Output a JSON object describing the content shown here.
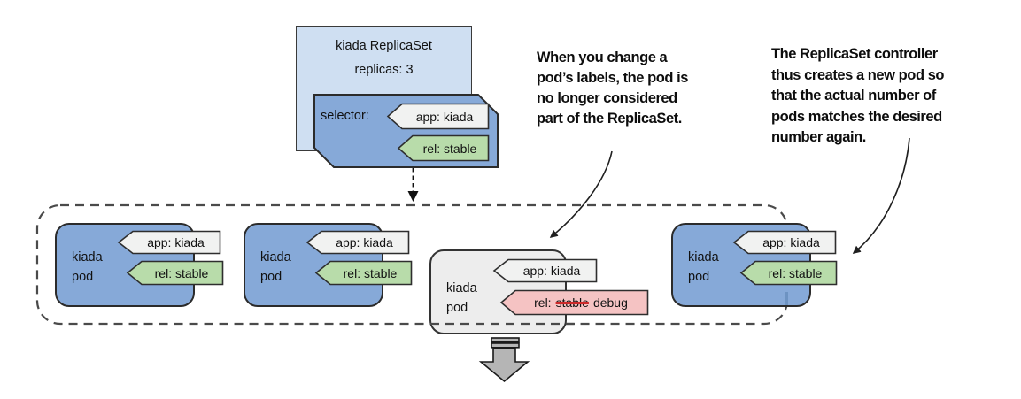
{
  "replicaset": {
    "title": "kiada ReplicaSet",
    "replicas": "replicas: 3",
    "selector_label": "selector:",
    "selector_tags": {
      "app": "app: kiada",
      "rel": "rel: stable"
    }
  },
  "pods": [
    {
      "name_line1": "kiada",
      "name_line2": "pod",
      "tag_app": "app: kiada",
      "tag_rel": "rel: stable",
      "state": "owned"
    },
    {
      "name_line1": "kiada",
      "name_line2": "pod",
      "tag_app": "app: kiada",
      "tag_rel": "rel: stable",
      "state": "owned"
    },
    {
      "name_line1": "kiada",
      "name_line2": "pod",
      "tag_app": "app: kiada",
      "tag_rel_prefix": "rel:",
      "tag_rel_struck": "stable",
      "tag_rel_suffix": "debug",
      "state": "relabeled"
    },
    {
      "name_line1": "kiada",
      "name_line2": "pod",
      "tag_app": "app: kiada",
      "tag_rel": "rel: stable",
      "state": "new"
    }
  ],
  "annotations": {
    "label_change": {
      "lines": [
        "When you change a",
        "pod’s labels, the pod is",
        "no longer considered",
        "part of the ReplicaSet."
      ]
    },
    "controller": {
      "lines": [
        "The ReplicaSet controller",
        "thus creates a new pod so",
        "that the actual number of",
        "pods matches the desired",
        "number again."
      ]
    }
  },
  "icons": {
    "detach_arrow": "thick-down-arrow",
    "ownership_arrow": "dashed-down-arrow"
  },
  "colors": {
    "replicaset_fill": "#cfdff2",
    "selector_fill": "#86a9d8",
    "pod_fill": "#86a9d8",
    "pod_removed_fill": "#ededed",
    "tag_app_fill": "#f1f2f1",
    "tag_rel_fill": "#b8dcaa",
    "tag_debug_fill": "#f5c3c3",
    "strike_color": "#cc2a2a",
    "outline": "#2b2b2b",
    "dashed_border": "#4a4a4a",
    "block_arrow_fill": "#b5b5b5"
  }
}
